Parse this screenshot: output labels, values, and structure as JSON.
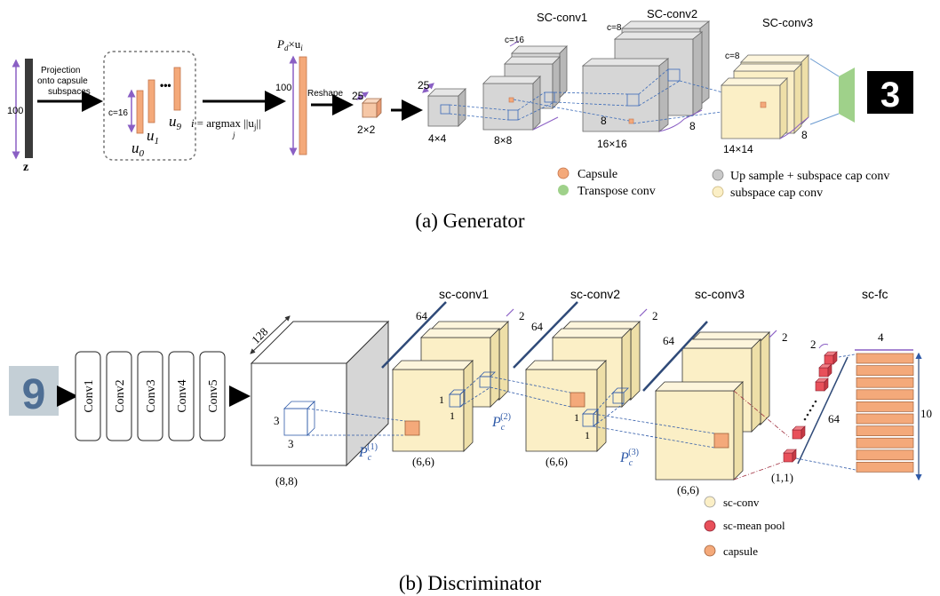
{
  "generator": {
    "caption": "(a)  Generator",
    "z_label": "z",
    "z_dim": "100",
    "projection_label_1": "Projection",
    "projection_label_2": "onto capsule",
    "projection_label_3": "subspaces",
    "c_label": "c=16",
    "u0": "u",
    "u0_sub": "0",
    "u1": "u",
    "u1_sub": "1",
    "u9": "u",
    "u9_sub": "9",
    "ellipsis": "•••",
    "argmax_left": "i",
    "argmax_eq": "= argmax ||u",
    "argmax_j": "j",
    "argmax_end": "||",
    "argmax_under": "j",
    "pd_label": "P",
    "pd_sub": "d",
    "pd_times": "×u",
    "pd_sub2": "i",
    "pd_dim": "100",
    "reshape_label": "Reshape",
    "dim_25a": "25",
    "dim_2x2": "2×2",
    "dim_25b": "25",
    "dim_4x4": "4×4",
    "dim_8x8": "8×8",
    "dim_16x16": "16×16",
    "dim_14x14": "14×14",
    "sc_conv1": "SC-conv1",
    "sc_conv2": "SC-conv2",
    "sc_conv3": "SC-conv3",
    "c16": "c=16",
    "c8a": "c=8",
    "c8b": "c=8",
    "eight_a": "8",
    "eight_b": "8",
    "eight_c": "8",
    "output_digit": "3",
    "legend": {
      "capsule": "Capsule",
      "transpose": "Transpose conv",
      "upsample": "Up sample + subspace cap conv",
      "subspace": "subspace cap conv"
    },
    "colors": {
      "capsule": "#f4a97a",
      "transpose": "#9fd18a",
      "upsample": "#c9c9c9",
      "subspace": "#fbefc6",
      "arrow": "#8a5fc4"
    }
  },
  "discriminator": {
    "caption": "(b)  Discriminator",
    "input_digit": "9",
    "convs": [
      "Conv1",
      "Conv2",
      "Conv3",
      "Conv4",
      "Conv5"
    ],
    "dim_128": "128",
    "dim_3a": "3",
    "dim_3b": "3",
    "dim_8_8": "(8,8)",
    "pc1": "P",
    "pc1_sub": "c",
    "pc1_sup": "(1)",
    "pc2": "P",
    "pc2_sub": "c",
    "pc2_sup": "(2)",
    "pc3": "P",
    "pc3_sub": "c",
    "pc3_sup": "(3)",
    "sc_conv1": "sc-conv1",
    "sc_conv2": "sc-conv2",
    "sc_conv3": "sc-conv3",
    "sc_fc": "sc-fc",
    "d64a": "64",
    "d64b": "64",
    "d64c": "64",
    "d64d": "64",
    "d2a": "2",
    "d2b": "2",
    "d2c": "2",
    "d2d": "2",
    "d1a": "1",
    "d1b": "1",
    "d1c": "1",
    "d1d": "1",
    "dim_6_6a": "(6,6)",
    "dim_6_6b": "(6,6)",
    "dim_6_6c": "(6,6)",
    "dim_1_1": "(1,1)",
    "fc_4": "4",
    "fc_10": "10",
    "legend": {
      "sc_conv": "sc-conv",
      "mean_pool": "sc-mean pool",
      "capsule": "capsule"
    },
    "colors": {
      "block": "#fbefc6",
      "capsule": "#f4a97a",
      "pool": "#e8505a",
      "dashed": "#2f5aa8"
    }
  }
}
